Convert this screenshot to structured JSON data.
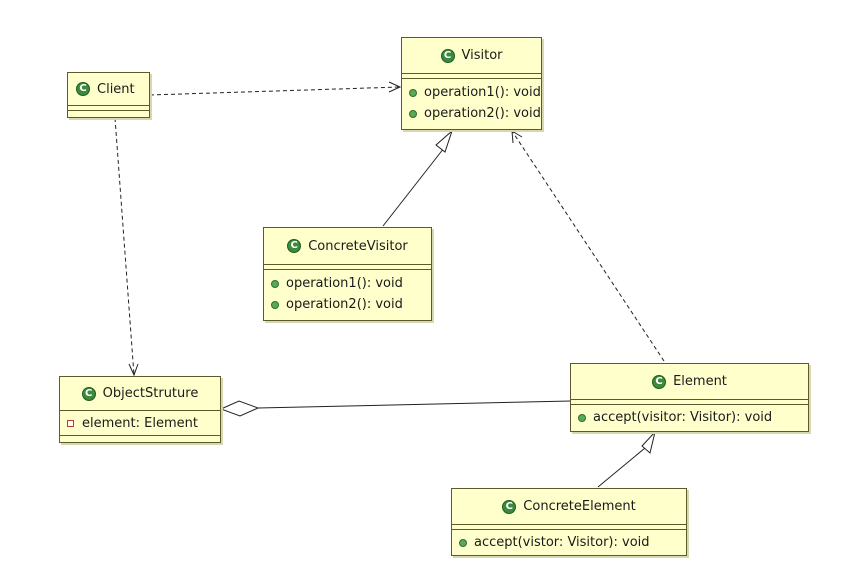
{
  "colors": {
    "class_fill": "#ffffcc",
    "class_border": "#5a5a2c",
    "class_icon": "#3d8a3d",
    "method_icon": "#5aa85a",
    "field_icon": "#c0392b",
    "connector": "#222222"
  },
  "icons": {
    "class": "class-c-icon",
    "method": "public-method-icon",
    "field": "private-field-icon",
    "class_icon_glyph": "C"
  },
  "classes": {
    "client": {
      "name": "Client"
    },
    "visitor": {
      "name": "Visitor",
      "methods": [
        "operation1(): void",
        "operation2(): void"
      ]
    },
    "concrete_visitor": {
      "name": "ConcreteVisitor",
      "methods": [
        "operation1(): void",
        "operation2(): void"
      ]
    },
    "object_structure": {
      "name": "ObjectStruture",
      "fields": [
        "element: Element"
      ]
    },
    "element": {
      "name": "Element",
      "methods": [
        "accept(visitor: Visitor): void"
      ]
    },
    "concrete_element": {
      "name": "ConcreteElement",
      "methods": [
        "accept(vistor: Visitor): void"
      ]
    }
  },
  "relations": [
    {
      "type": "dependency",
      "from": "Client",
      "to": "Visitor"
    },
    {
      "type": "dependency",
      "from": "Client",
      "to": "ObjectStruture"
    },
    {
      "type": "generalization",
      "from": "ConcreteVisitor",
      "to": "Visitor"
    },
    {
      "type": "dependency",
      "from": "Element",
      "to": "Visitor"
    },
    {
      "type": "aggregation",
      "from": "Element",
      "to": "ObjectStruture"
    },
    {
      "type": "generalization",
      "from": "ConcreteElement",
      "to": "Element"
    }
  ]
}
